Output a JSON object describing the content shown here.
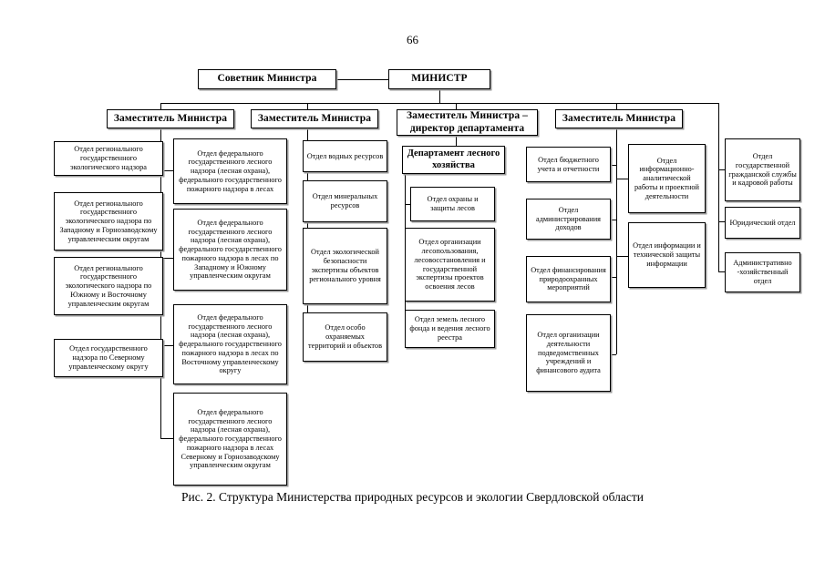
{
  "page": {
    "number": "66",
    "caption": "Рис. 2. Структура Министерства природных ресурсов и экологии Свердловской области"
  },
  "org_chart": {
    "type": "diagram",
    "title": "Структура Министерства природных ресурсов и экологии Свердловской области",
    "root": {
      "label": "МИНИСТР"
    },
    "advisor": {
      "label": "Советник Министра"
    },
    "deputies": [
      {
        "label": "Заместитель Министра"
      },
      {
        "label": "Заместитель Министра"
      },
      {
        "label": "Заместитель Министра – директор департамента"
      },
      {
        "label": "Заместитель Министра"
      }
    ],
    "department_head": {
      "label": "Департамент лесного хозяйства"
    },
    "columns": [
      {
        "name": "regional-ecological-supervision",
        "units": [
          {
            "label": "Отдел регионального государственного экологического надзора"
          },
          {
            "label": "Отдел регионального государственного экологического надзора по Западному и Горнозаводскому управленческим округам"
          },
          {
            "label": "Отдел регионального государственного экологического надзора по Южному и Восточному управленческим округам"
          },
          {
            "label": "Отдел государственного надзора по Северному управленческому округу"
          }
        ]
      },
      {
        "name": "federal-forest-supervision",
        "units": [
          {
            "label": "Отдел федерального государственного лесного надзора (лесная охрана), федерального государственного пожарного надзора в лесах"
          },
          {
            "label": "Отдел федерального государственного лесного надзора (лесная охрана), федерального государственного пожарного надзора в лесах по Западному и Южному управленческим округам"
          },
          {
            "label": "Отдел федерального государственного лесного надзора (лесная охрана), федерального государственного пожарного надзора в лесах по Восточному управленческому округу"
          },
          {
            "label": "Отдел федерального государственного лесного надзора (лесная охрана), федерального государственного пожарного надзора в лесах Северному и Горнозаводскому управленческим округам"
          }
        ]
      },
      {
        "name": "resources-and-ecology",
        "units": [
          {
            "label": "Отдел водных ресурсов"
          },
          {
            "label": "Отдел минеральных ресурсов"
          },
          {
            "label": "Отдел экологической безопасности экспертизы объектов регионального уровня"
          },
          {
            "label": "Отдел особо охраняемых территорий и объектов"
          }
        ]
      },
      {
        "name": "forestry-department",
        "units": [
          {
            "label": "Отдел охраны и защиты лесов"
          },
          {
            "label": "Отдел организации лесопользования, лесовосстановления и государственной экспертизы проектов освоения лесов"
          },
          {
            "label": "Отдел земель лесного фонда и ведения лесного реестра"
          }
        ]
      },
      {
        "name": "finance-and-accounting",
        "units": [
          {
            "label": "Отдел бюджетного учета и отчетности"
          },
          {
            "label": "Отдел администрирования доходов"
          },
          {
            "label": "Отдел финансирования природоохранных мероприятий"
          },
          {
            "label": "Отдел организации деятельности подведомственных учреждений и финансового аудита"
          }
        ]
      },
      {
        "name": "information-and-analytics",
        "units": [
          {
            "label": "Отдел информационно-аналитической работы и проектной деятельности"
          },
          {
            "label": "Отдел информации и технической защиты информации"
          }
        ]
      },
      {
        "name": "administrative",
        "units": [
          {
            "label": "Отдел государственной гражданской службы и кадровой работы"
          },
          {
            "label": "Юридический отдел"
          },
          {
            "label": "Административно -хозяйственный отдел"
          }
        ]
      }
    ]
  }
}
